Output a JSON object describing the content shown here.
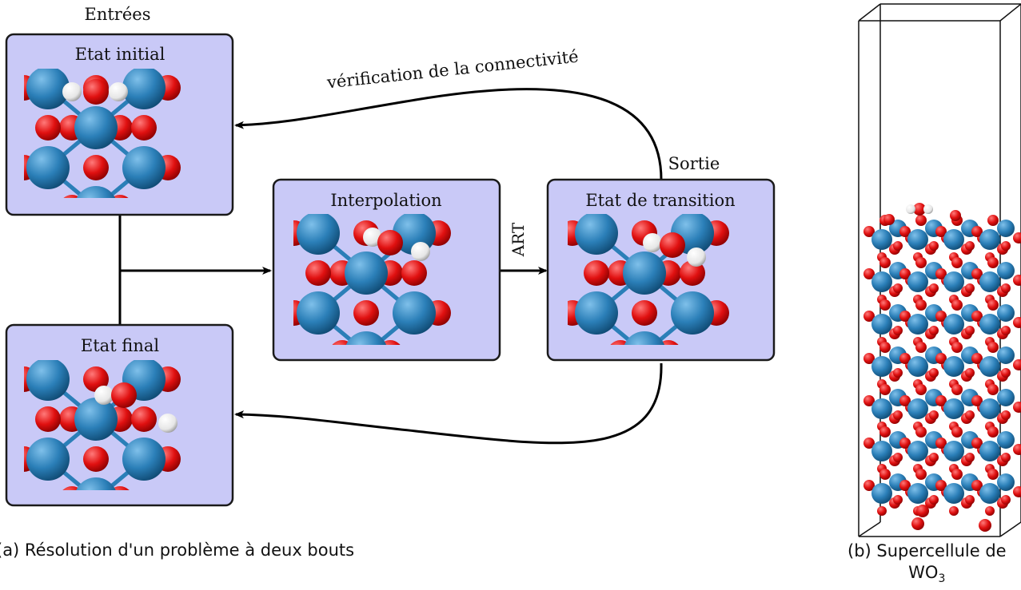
{
  "colors": {
    "panel_fill": "#c9c9f7",
    "panel_stroke": "#1a1a1a",
    "tungsten": "#2b7fb8",
    "oxygen": "#e01010",
    "hydrogen": "#f2f2f2",
    "arrow": "#000000"
  },
  "left_figure": {
    "inputs_label": "Entrées",
    "output_label": "Sortie",
    "connectivity_label": "vérification de la connectivité",
    "art_label": "ART",
    "panels": {
      "initial": {
        "title": "Etat initial"
      },
      "final": {
        "title": "Etat final"
      },
      "interpolation": {
        "title": "Interpolation"
      },
      "transition": {
        "title": "Etat de transition"
      }
    },
    "caption": "(a) Résolution d'un problème à deux bouts"
  },
  "right_figure": {
    "caption_line1": "(b) Supercellule de",
    "caption_formula": "WO",
    "caption_subscript": "3"
  }
}
